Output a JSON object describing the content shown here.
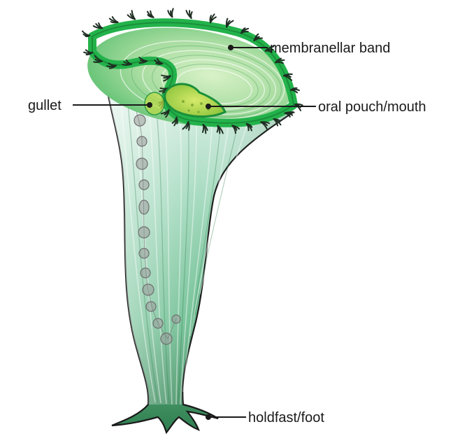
{
  "diagram": {
    "labels": {
      "membranellar_band": "membranellar band",
      "gullet": "gullet",
      "oral_pouch_mouth": "oral pouch/mouth",
      "holdfast_foot": "holdfast/foot"
    },
    "colors": {
      "band": "#23b24b",
      "band_dark": "#1a8f3a",
      "body_light": "#cfe9dd",
      "body_mid": "#7fc9a3",
      "body_dark": "#2e7d4f",
      "cilia": "#1f2d22",
      "vacuole": "#9e9e9e",
      "outline": "#1a1a1a",
      "oral_pouch": "#b8d94a"
    }
  }
}
